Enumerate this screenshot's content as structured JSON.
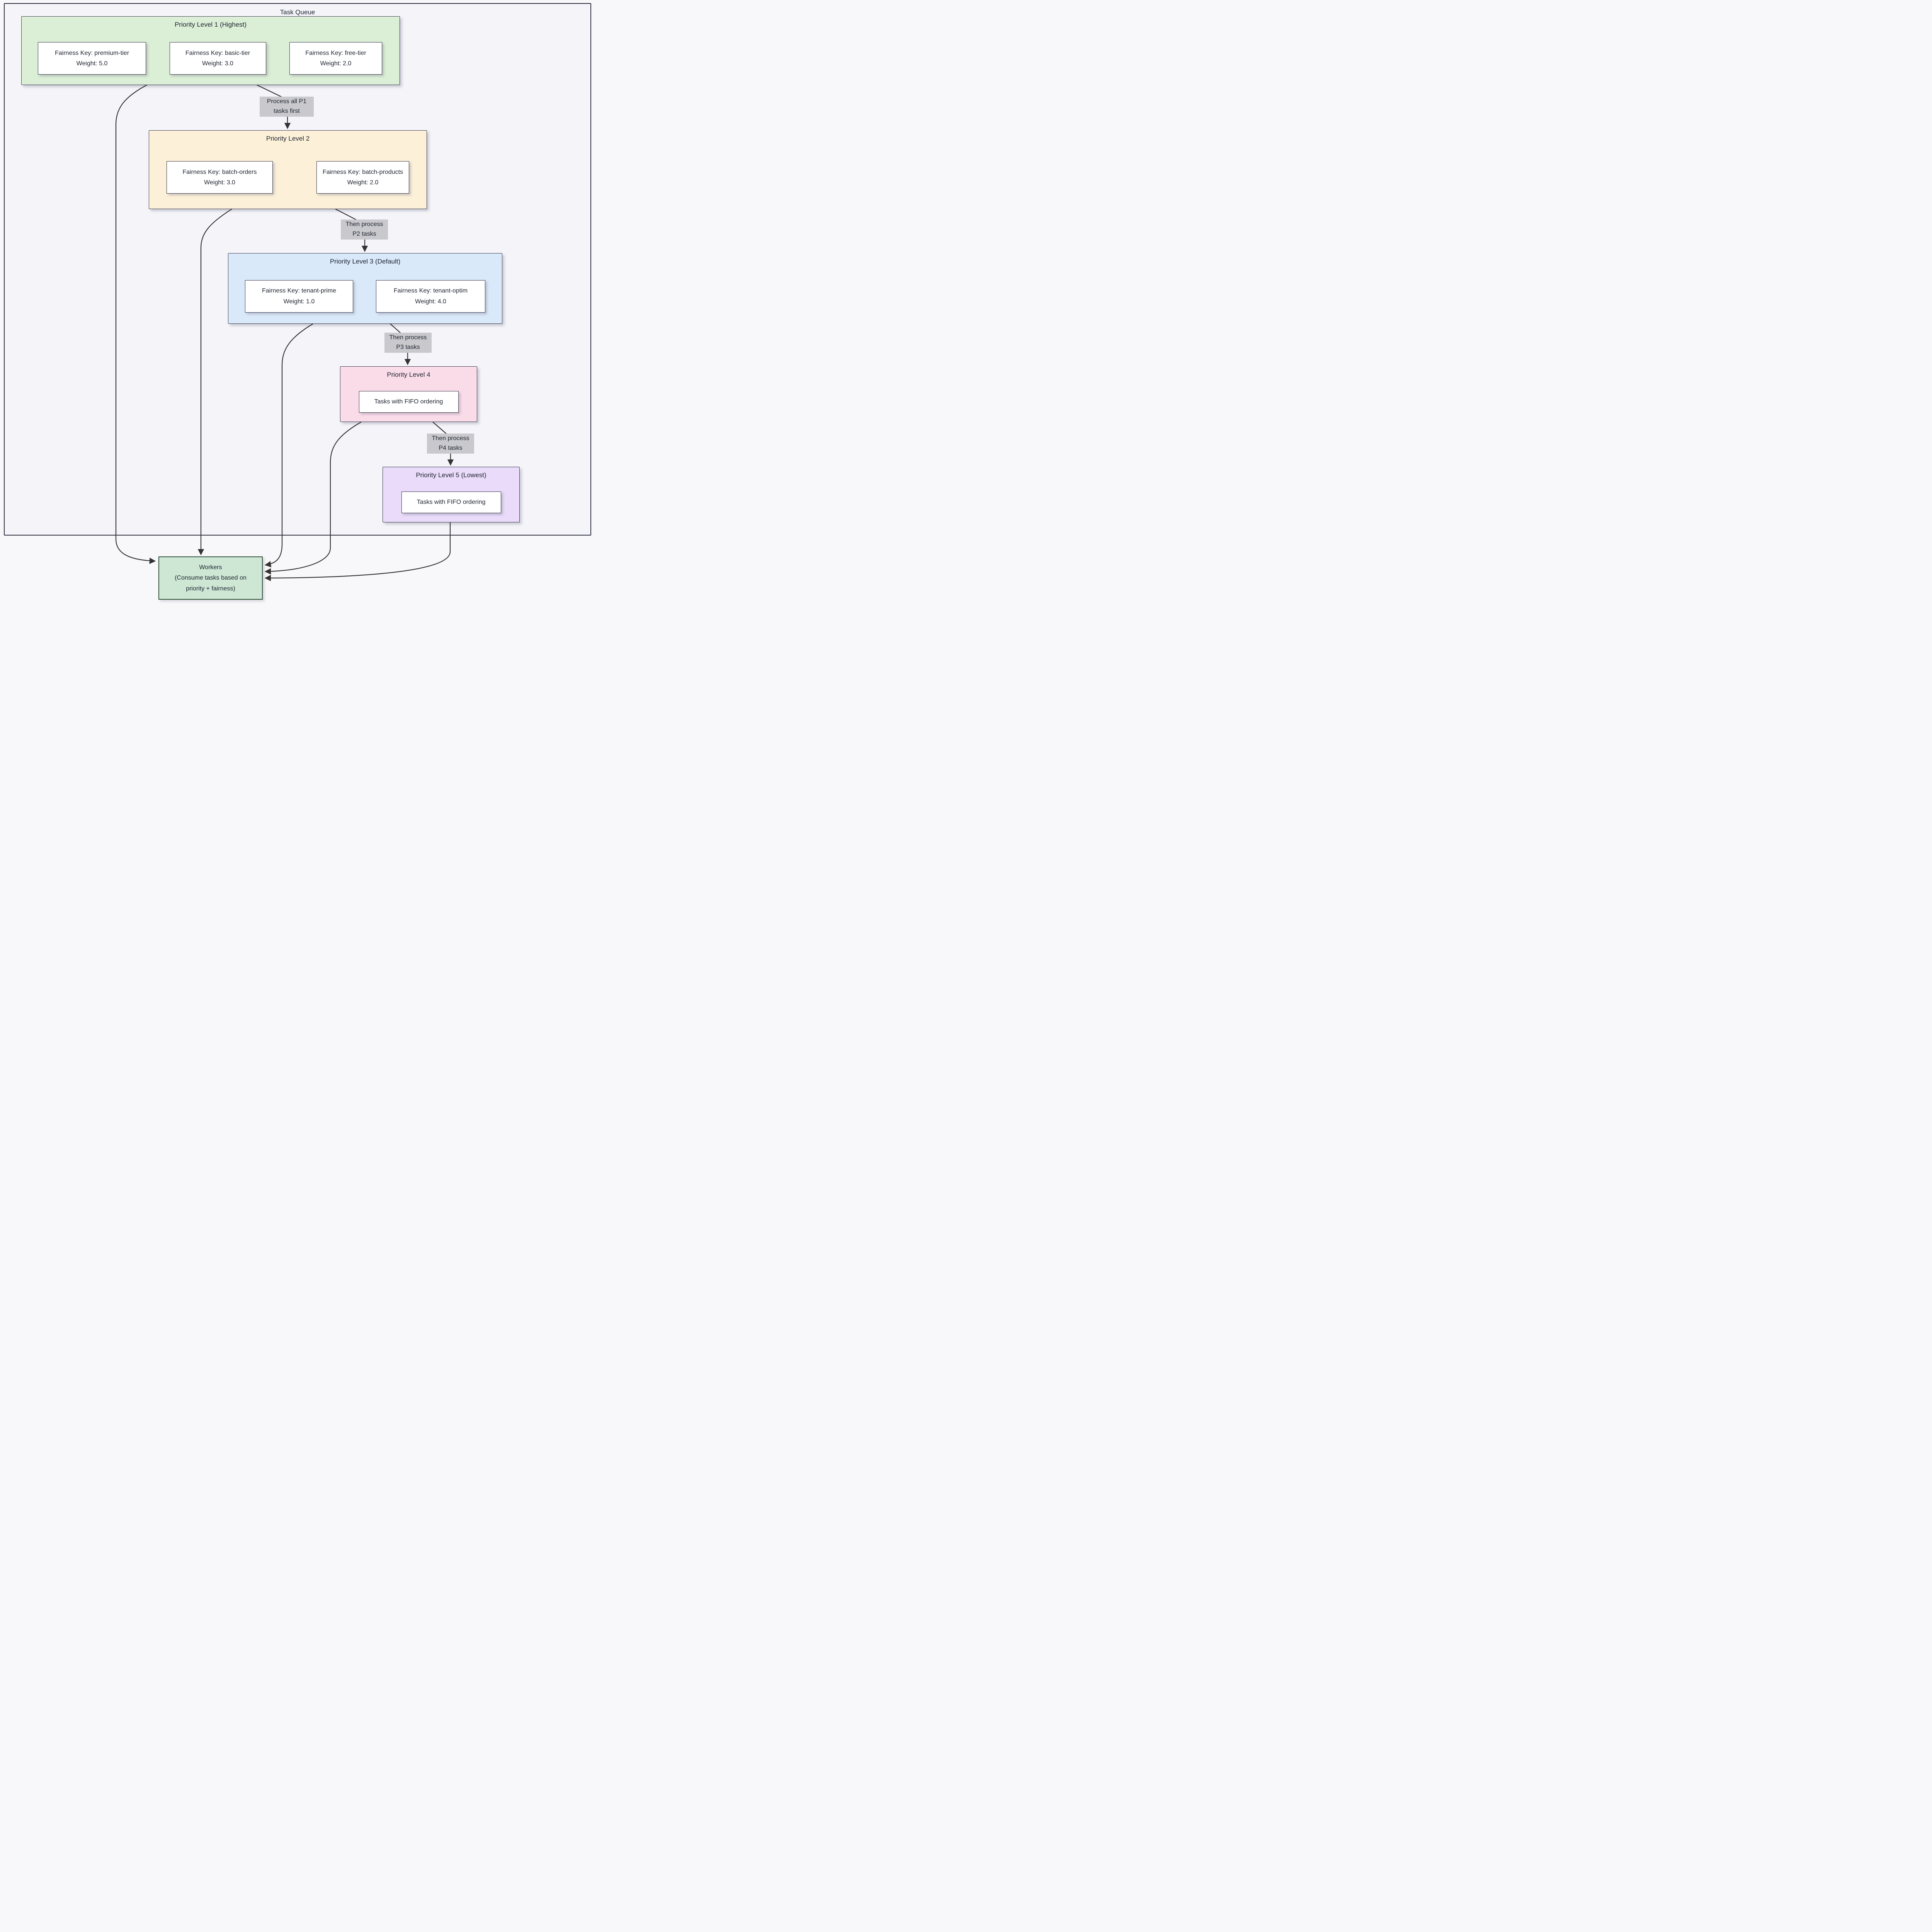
{
  "diagram": {
    "container_title": "Task Queue",
    "levels": [
      {
        "title": "Priority Level 1 (Highest)",
        "fill": "#dbeed6",
        "nodes": [
          {
            "lines": [
              "Fairness Key: premium-tier",
              "Weight: 5.0"
            ]
          },
          {
            "lines": [
              "Fairness Key: basic-tier",
              "Weight: 3.0"
            ]
          },
          {
            "lines": [
              "Fairness Key: free-tier",
              "Weight: 2.0"
            ]
          }
        ]
      },
      {
        "title": "Priority Level 2",
        "fill": "#fcf0d8",
        "nodes": [
          {
            "lines": [
              "Fairness Key: batch-orders",
              "Weight: 3.0"
            ]
          },
          {
            "lines": [
              "Fairness Key: batch-products",
              "Weight: 2.0"
            ]
          }
        ]
      },
      {
        "title": "Priority Level 3 (Default)",
        "fill": "#d9e9fa",
        "nodes": [
          {
            "lines": [
              "Fairness Key: tenant-prime",
              "Weight: 1.0"
            ]
          },
          {
            "lines": [
              "Fairness Key: tenant-optim",
              "Weight: 4.0"
            ]
          }
        ]
      },
      {
        "title": "Priority Level 4",
        "fill": "#fadce9",
        "nodes": [
          {
            "lines": [
              "Tasks with FIFO ordering"
            ]
          }
        ]
      },
      {
        "title": "Priority Level 5 (Lowest)",
        "fill": "#e9dbf9",
        "nodes": [
          {
            "lines": [
              "Tasks with FIFO ordering"
            ]
          }
        ]
      }
    ],
    "edge_labels": [
      "Process all P1 tasks first",
      "Then process P2 tasks",
      "Then process P3 tasks",
      "Then process P4 tasks"
    ],
    "workers": {
      "lines": [
        "Workers",
        "(Consume tasks based on",
        "priority + fairness)"
      ]
    },
    "colors": {
      "container_fill": "#f4f4f9",
      "node_fill": "#ffffff",
      "workers_fill": "#cde7d4",
      "edge_label_bg": "#c9c9cd",
      "line_color": "#333333",
      "text_color": "#1f2430"
    }
  }
}
